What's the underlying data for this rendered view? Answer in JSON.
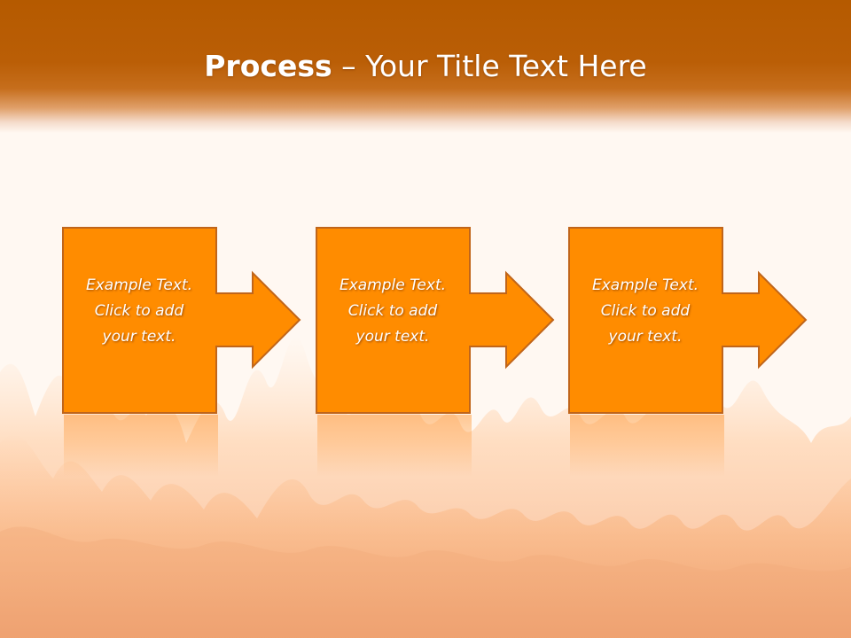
{
  "title": {
    "bold": "Process",
    "rest": " – Your Title Text Here"
  },
  "colors": {
    "header": "#b55a00",
    "box_fill": "#ff8c00",
    "box_border": "#c0651a",
    "background": "#fff8f2",
    "text": "#ffffff"
  },
  "steps": [
    {
      "line1": "Example Text.",
      "line2": "Click  to add",
      "line3": "your text."
    },
    {
      "line1": "Example Text.",
      "line2": "Click  to add",
      "line3": "your text."
    },
    {
      "line1": "Example Text.",
      "line2": "Click  to add",
      "line3": "your text."
    }
  ]
}
